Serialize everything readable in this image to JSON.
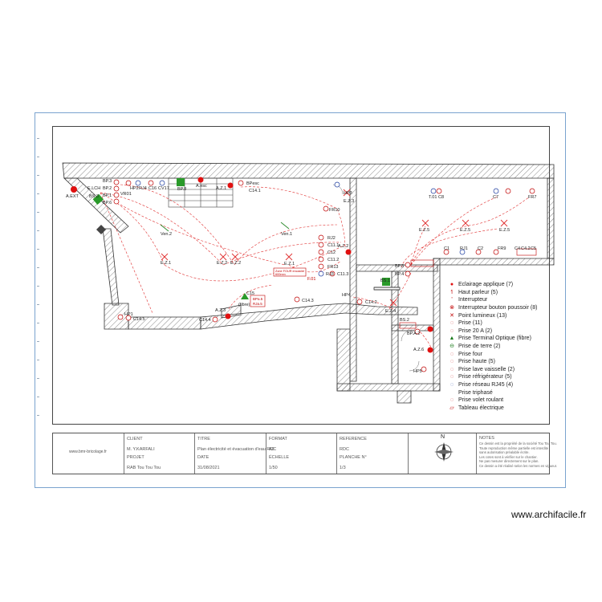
{
  "plan": {
    "labels": {
      "a_ext": "A.EXT",
      "e_lch": "E.LCH",
      "bs3": "BS.3",
      "bp3": "BP.3",
      "bp2": "BP.2",
      "bp1": "BP.1",
      "vr01": "VR01",
      "hp2": "HP2",
      "rj4": "RJ4",
      "c16": "C16",
      "cv17": "CV17",
      "bp6": "BP.6",
      "bp8": "BP.8",
      "a_esc": "A.esc",
      "a_z1": "A.Z.1",
      "bpesc": "BPesc",
      "c14_1": "C14.1",
      "hp3": "HP3",
      "t01": "T.01",
      "c8": "C8",
      "c7": "C7",
      "fr7": "FR7",
      "ven2": "Ven.2",
      "ven1": "Ven.1",
      "fr10": "FR10",
      "e_z3": "E.Z.3",
      "e_z5a": "E.Z.5",
      "e_z5b": "E.Z.5",
      "e_z5c": "E.Z.5",
      "e_z1a": "E.Z.1",
      "e_z2a": "E.Z.2",
      "e_z2b": "E.Z.2",
      "e_z1b": "E.Z.1",
      "rj2": "RJ2",
      "c11_1": "C11.1",
      "c12": "C12",
      "c11_2": "C11.2",
      "fr13": "FR13",
      "rj3": "RJ3",
      "c11_3": "C11.3",
      "a_z2": "A.Z.2",
      "c1": "C1",
      "rj1": "RJ1",
      "c2": "C2",
      "fr9": "FR9",
      "c4": "C4",
      "c4_2": "C4.2",
      "c5": "C5",
      "bp5": "BP.5",
      "bp4": "BP.4",
      "bs1": "BS.1",
      "hp4": "HP4",
      "c14_2": "C14.2",
      "c15": "C15",
      "fibre": "(fibre)",
      "bp_a5": "BPa.5",
      "rj_a5": "RJa.5",
      "four_note1": "Zone FOUR encastré",
      "four_note2": "600mm",
      "f01": "F.01",
      "c14_3": "C14.3",
      "e_z4": "E.Z.4",
      "a_z3": "A.Z.3",
      "c14_4": "C14.4",
      "hp1": "HP1",
      "c14_5": "C14.5",
      "bs2": "BS.2",
      "bp_a2": "BP.A.2",
      "a_z6": "A.Z.6",
      "hp5": "HP5"
    }
  },
  "legend": {
    "items": [
      {
        "symbol": "●",
        "color": "#e01010",
        "label": "Eclairage applique (7)"
      },
      {
        "symbol": "↿",
        "color": "#c00000",
        "label": "Haut parleur (5)"
      },
      {
        "symbol": "'",
        "color": "#c00000",
        "label": "Interrupteur"
      },
      {
        "symbol": "⊗",
        "color": "#c00000",
        "label": "Interrupteur bouton poussoir (8)"
      },
      {
        "symbol": "✕",
        "color": "#c00000",
        "label": "Point lumineux (13)"
      },
      {
        "symbol": "◌",
        "color": "#c00000",
        "label": "Prise (11)"
      },
      {
        "symbol": "◌",
        "color": "#c00000",
        "label": "Prise 20 A (2)"
      },
      {
        "symbol": "▲",
        "color": "#1a7a1a",
        "label": "Prise Terminal Optique (fibre)"
      },
      {
        "symbol": "⊖",
        "color": "#1a7a1a",
        "label": "Prise de terre (2)"
      },
      {
        "symbol": "◌",
        "color": "#c00000",
        "label": "Prise four"
      },
      {
        "symbol": "◌",
        "color": "#c00000",
        "label": "Prise haute (5)"
      },
      {
        "symbol": "◌",
        "color": "#c00000",
        "label": "Prise lave vaisselle (2)"
      },
      {
        "symbol": "◌",
        "color": "#c00000",
        "label": "Prise réfrigérateur (5)"
      },
      {
        "symbol": "◌",
        "color": "#1a3aa0",
        "label": "Prise réseau RJ45 (4)"
      },
      {
        "symbol": " ",
        "color": "#c00000",
        "label": "Prise triphasé"
      },
      {
        "symbol": "◌",
        "color": "#c00000",
        "label": "Prise volet roulant"
      },
      {
        "symbol": "▱",
        "color": "#c00000",
        "label": "Tableau électrique"
      }
    ]
  },
  "titleblock": {
    "company": "www.bmr-bricolage.fr",
    "client_h": "CLIENT",
    "client_v": "M. Y.KARFALI",
    "project_h": "PROJET",
    "project_v": "RAB Tou Tou Tou",
    "title_h": "TITRE",
    "title_v": "Plan électricité et évacuation d'eau RDC",
    "date_h": "DATE",
    "date_v": "31/08/2021",
    "format_h": "FORMAT",
    "format_v": "A3",
    "scale_h": "ÉCHELLE",
    "scale_v": "1/50",
    "ref_h": "REFERENCE",
    "ref_v": "RDC",
    "planche_h": "PLANCHE N°",
    "planche_v": "1/3",
    "north": "N",
    "notes_h": "NOTES",
    "notes": [
      "Ce dessin est la propriété de la société Tou Tou Tou.",
      "Toute reproduction même partielle est interdite",
      "sans autorisation préalable écrite.",
      "Les cotes sont à vérifier sur le chantier.",
      "Ne pas mesurer directement sur le plan.",
      "Ce dessin a été réalisé selon les normes en vigueur."
    ]
  },
  "credit": "www.archifacile.fr"
}
